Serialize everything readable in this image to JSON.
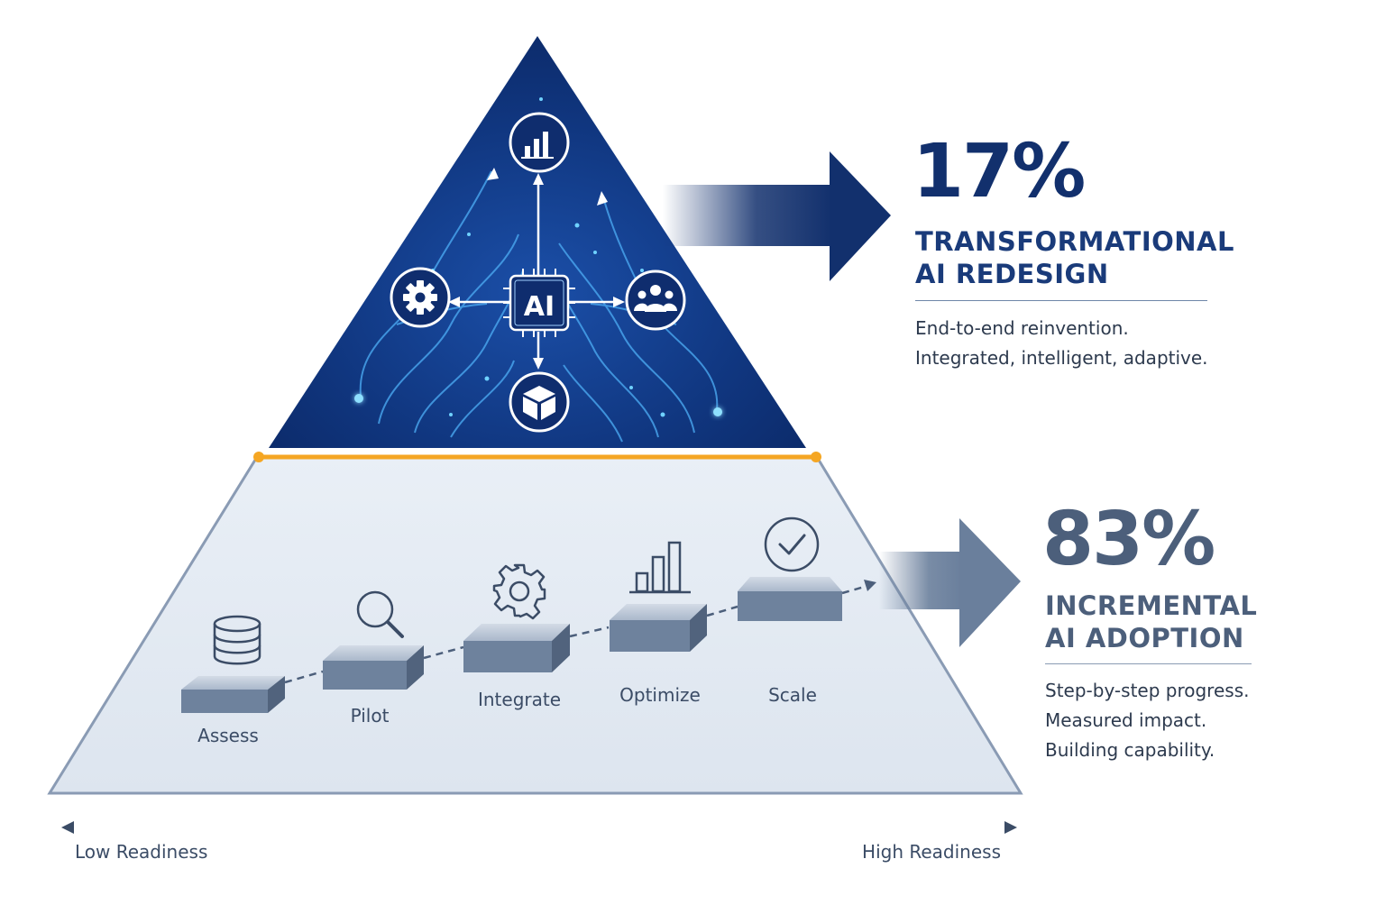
{
  "top_tier": {
    "percent": "17%",
    "title_line1": "TRANSFORMATIONAL",
    "title_line2": "AI REDESIGN",
    "desc_line1": "End-to-end reinvention.",
    "desc_line2": "Integrated, intelligent, adaptive.",
    "center_chip": "AI",
    "icons": [
      "bar-chart-icon",
      "gear-icon",
      "people-icon",
      "cube-icon"
    ]
  },
  "bottom_tier": {
    "percent": "83%",
    "title_line1": "INCREMENTAL",
    "title_line2": "AI ADOPTION",
    "desc_line1": "Step-by-step progress.",
    "desc_line2": "Measured impact.",
    "desc_line3": "Building capability.",
    "steps": [
      {
        "label": "Assess",
        "icon": "database-icon"
      },
      {
        "label": "Pilot",
        "icon": "magnifier-icon"
      },
      {
        "label": "Integrate",
        "icon": "gear-icon"
      },
      {
        "label": "Optimize",
        "icon": "bar-chart-icon"
      },
      {
        "label": "Scale",
        "icon": "check-circle-icon"
      }
    ]
  },
  "axis": {
    "left_label": "Low Readiness",
    "right_label": "High Readiness"
  },
  "colors": {
    "navy": "#0f2d6e",
    "accent_blue": "#5ec8ff",
    "divider_orange": "#f5a623",
    "slate": "#4c5f7b",
    "light_fill": "#e4ebf3"
  }
}
